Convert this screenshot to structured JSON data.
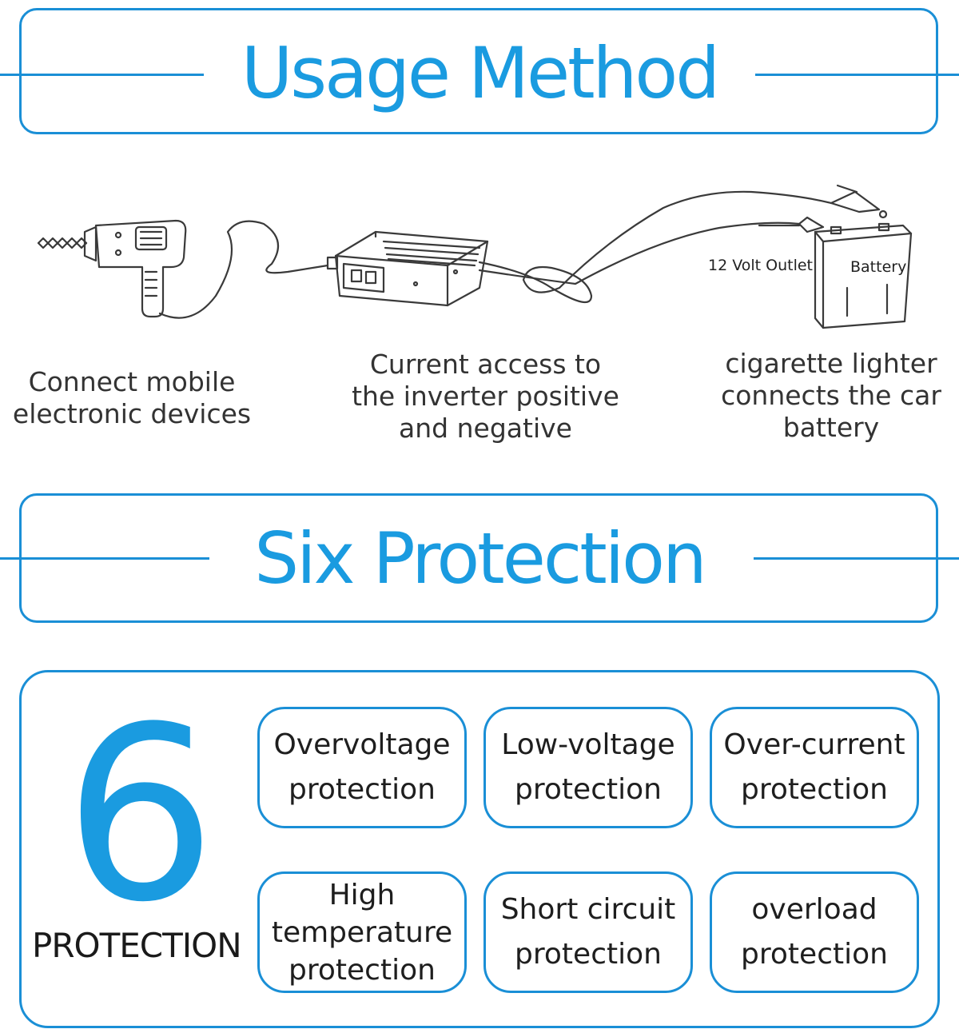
{
  "usage_banner": {
    "title": "Usage Method"
  },
  "diagram": {
    "outlet_label": "12 Volt Outlet",
    "battery_label": "Battery"
  },
  "captions": {
    "left": [
      "Connect mobile",
      "electronic devices"
    ],
    "middle": [
      "Current access to",
      "the inverter positive",
      "and negative"
    ],
    "right": [
      "cigarette lighter",
      "connects the car",
      "battery"
    ]
  },
  "protection_banner": {
    "title": "Six Protection"
  },
  "protection_panel": {
    "big_number": "6",
    "word": "PROTECTION",
    "items": [
      {
        "lines": [
          "Overvoltage",
          "protection"
        ]
      },
      {
        "lines": [
          "Low-voltage",
          "protection"
        ]
      },
      {
        "lines": [
          "Over-current",
          "protection"
        ]
      },
      {
        "lines": [
          "High",
          "temperature",
          "protection"
        ]
      },
      {
        "lines": [
          "Short circuit",
          "protection"
        ]
      },
      {
        "lines": [
          "overload",
          "protection"
        ]
      }
    ]
  },
  "colors": {
    "accent": "#1a9be0",
    "border": "#1a8fd6",
    "text": "#333333"
  }
}
